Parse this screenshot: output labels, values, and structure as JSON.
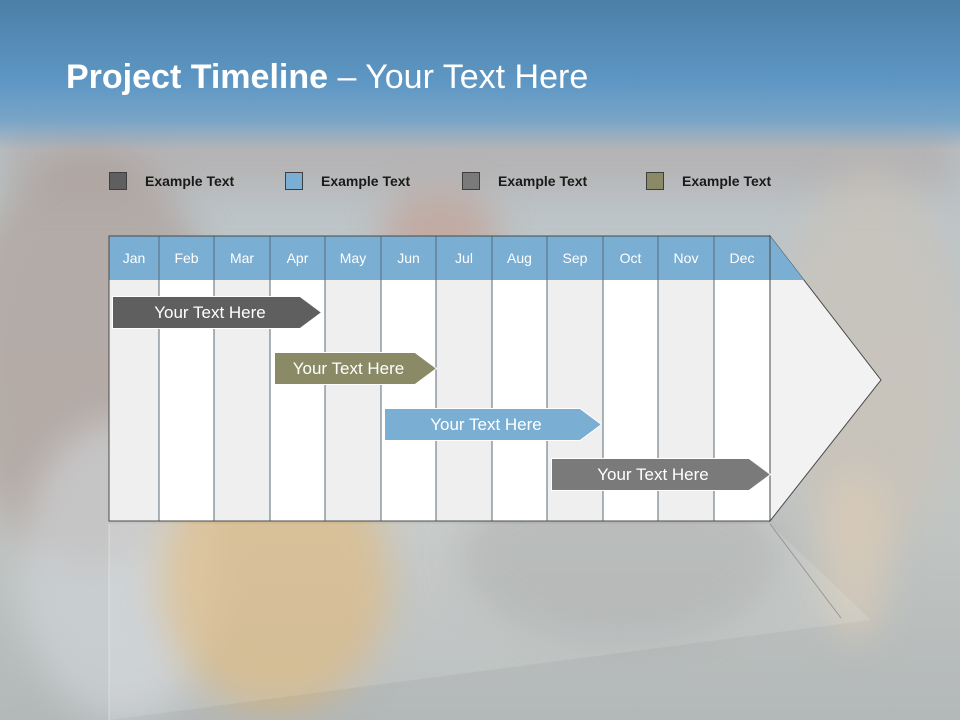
{
  "slide": {
    "title_bold": "Project Timeline",
    "title_rest": " – Your Text Here"
  },
  "legend": [
    {
      "label": "Example Text",
      "color": "#5f5f5f"
    },
    {
      "label": "Example Text",
      "color": "#7aaed3"
    },
    {
      "label": "Example Text",
      "color": "#7a7a7a"
    },
    {
      "label": "Example Text",
      "color": "#8a8a66"
    }
  ],
  "timeline": {
    "months": [
      "Jan",
      "Feb",
      "Mar",
      "Apr",
      "May",
      "Jun",
      "Jul",
      "Aug",
      "Sep",
      "Oct",
      "Nov",
      "Dec"
    ],
    "header_color": "#7aaed3",
    "tasks": [
      {
        "label": "Your  Text Here",
        "color": "#5f5f5f"
      },
      {
        "label": "Your  Text Here",
        "color": "#8a8a66"
      },
      {
        "label": "Your  Text Here",
        "color": "#7aaed3"
      },
      {
        "label": "Your  Text Here",
        "color": "#7a7a7a"
      }
    ]
  }
}
